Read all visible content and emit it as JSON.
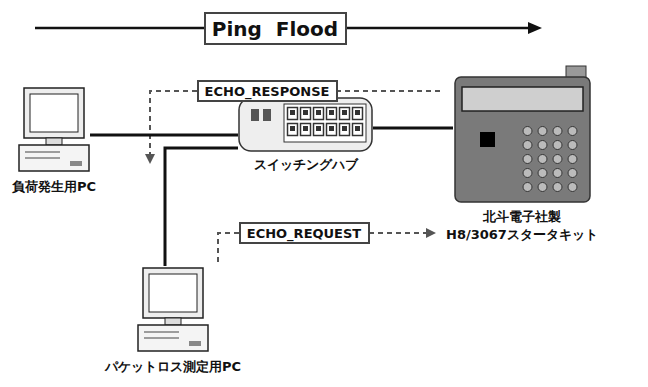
{
  "diagram": {
    "nodes": [
      {
        "text": [
          "Ping  Flood"
        ]
      },
      {
        "text": [
          "ECHO_RESPONSE"
        ]
      },
      {
        "text": [
          "負荷発生用PC"
        ]
      },
      {
        "text": [
          "スイッチングハブ"
        ]
      },
      {
        "text": [
          "北斗電子社製 H8/3067スタータキット"
        ]
      },
      {
        "text": [
          "ECHO_REQUEST"
        ]
      },
      {
        "text": [
          "パケットロス測定用PC"
        ]
      }
    ],
    "edges": [
      {
        "from": 2,
        "to": 3,
        "arrow": "none"
      },
      {
        "from": 3,
        "to": 4,
        "arrow": "none"
      },
      {
        "from": 6,
        "to": 3,
        "arrow": "none"
      }
    ]
  }
}
